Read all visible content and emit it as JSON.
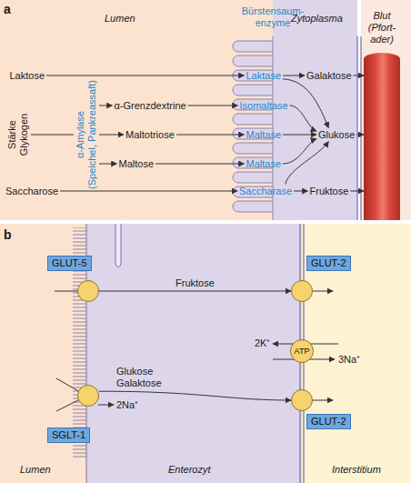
{
  "diagram": {
    "nodes": [
      {
        "text": [
          "Laktose"
        ]
      },
      {
        "text": [
          "Laktase"
        ]
      },
      {
        "text": [
          "Galaktose"
        ]
      },
      {
        "text": [
          "Blut (Pfort- ader)"
        ]
      },
      {
        "text": [
          "Stärke Glykogen"
        ]
      },
      {
        "text": [
          "α-Amylase",
          "(Speichel, Pankreassaft)"
        ]
      },
      {
        "text": [
          "α-Grenzdextrine"
        ]
      },
      {
        "text": [
          "Isomaltase"
        ]
      },
      {
        "text": [
          "Maltotriose"
        ]
      },
      {
        "text": [
          "Maltase"
        ]
      },
      {
        "text": [
          "Glukose"
        ]
      },
      {
        "text": [
          "Maltose"
        ]
      },
      {
        "text": [
          "Maltase"
        ]
      },
      {
        "text": [
          "Saccharose"
        ]
      },
      {
        "text": [
          "Saccharase"
        ]
      },
      {
        "text": [
          "Fruktose"
        ]
      },
      {
        "text": [
          "GLUT-5"
        ]
      },
      {
        "text": [
          "GLUT-2"
        ]
      },
      {
        "text": [
          "ATP"
        ]
      },
      {
        "text": [
          "GLUT-2"
        ]
      },
      {
        "text": [
          "SGLT-1"
        ]
      }
    ],
    "edges": [
      {
        "from": 0,
        "to": 1,
        "arrow": "to"
      },
      {
        "from": 1,
        "to": 2,
        "arrow": "to"
      },
      {
        "from": 1,
        "to": 10,
        "arrow": "to"
      },
      {
        "from": 2,
        "to": 3,
        "arrow": "to"
      },
      {
        "from": 4,
        "to": 5,
        "arrow": "none"
      },
      {
        "from": 5,
        "to": 6,
        "arrow": "to"
      },
      {
        "from": 5,
        "to": 8,
        "arrow": "to"
      },
      {
        "from": 5,
        "to": 11,
        "arrow": "to"
      },
      {
        "from": 6,
        "to": 7,
        "arrow": "to"
      },
      {
        "from": 8,
        "to": 9,
        "arrow": "to"
      },
      {
        "from": 11,
        "to": 12,
        "arrow": "to"
      },
      {
        "from": 7,
        "to": 10,
        "arrow": "to"
      },
      {
        "from": 9,
        "to": 10,
        "arrow": "to"
      },
      {
        "from": 12,
        "to": 10,
        "arrow": "to"
      },
      {
        "from": 13,
        "to": 14,
        "arrow": "to"
      },
      {
        "from": 14,
        "to": 10,
        "arrow": "to"
      },
      {
        "from": 14,
        "to": 15,
        "arrow": "to"
      },
      {
        "from": 10,
        "to": 3,
        "arrow": "to"
      },
      {
        "from": 15,
        "to": 3,
        "arrow": "to"
      },
      {
        "from": 16,
        "to": 17,
        "label": "Fruktose",
        "arrow": "to"
      },
      {
        "from": 20,
        "to": 19,
        "label": "Glukose Galaktose",
        "arrow": "to"
      }
    ],
    "labels": [
      "a",
      "Lumen",
      "Bürstensaum- enzyme",
      "Zytoplasma",
      "b",
      "2K⁺",
      "3Na⁺",
      "2Na⁺",
      "Lumen",
      "Enterozyt",
      "Interstitium"
    ]
  }
}
